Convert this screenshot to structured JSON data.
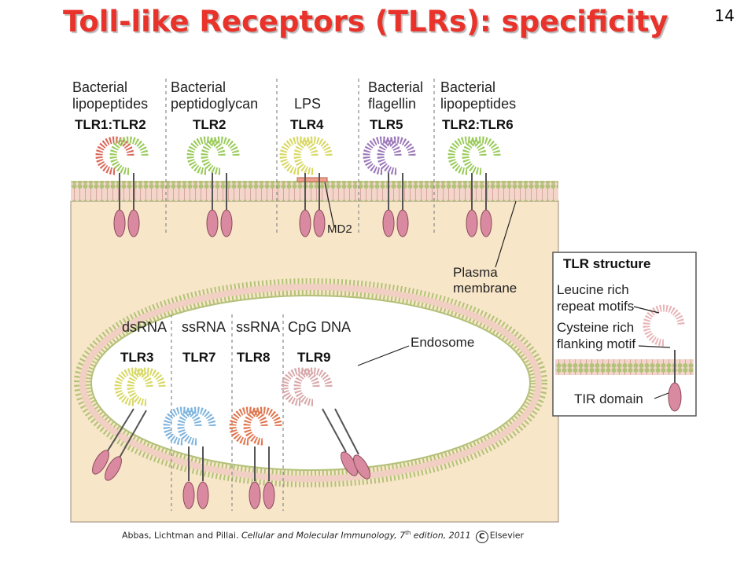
{
  "slide": {
    "title": "Toll-like Receptors (TLRs): specificity",
    "page_number": "14"
  },
  "cell_surface": [
    {
      "ligand_line1": "Bacterial",
      "ligand_line2": "lipopeptides",
      "receptor": "TLR1:TLR2",
      "colors": [
        "#d9695a",
        "#9acb5a"
      ]
    },
    {
      "ligand_line1": "Bacterial",
      "ligand_line2": "peptidoglycan",
      "receptor": "TLR2",
      "colors": [
        "#9acb5a",
        "#9acb5a"
      ]
    },
    {
      "ligand_line1": "",
      "ligand_line2": "LPS",
      "receptor": "TLR4",
      "colors": [
        "#d8d863",
        "#d8d863"
      ]
    },
    {
      "ligand_line1": "Bacterial",
      "ligand_line2": "flagellin",
      "receptor": "TLR5",
      "colors": [
        "#9b78b8",
        "#9b78b8"
      ]
    },
    {
      "ligand_line1": "Bacterial",
      "ligand_line2": "lipopeptides",
      "receptor": "TLR2:TLR6",
      "colors": [
        "#9acb5a",
        "#9acb5a"
      ]
    }
  ],
  "endosome_receptors": [
    {
      "ligand": "dsRNA",
      "receptor": "TLR3",
      "colors": [
        "#d8d863",
        "#d8d863"
      ]
    },
    {
      "ligand": "ssRNA",
      "receptor": "TLR7",
      "colors": [
        "#7fb4de",
        "#7fb4de"
      ]
    },
    {
      "ligand": "ssRNA",
      "receptor": "TLR8",
      "colors": [
        "#e0764e",
        "#e0764e"
      ]
    },
    {
      "ligand": "CpG DNA",
      "receptor": "TLR9",
      "colors": [
        "#d9a7aa",
        "#d9a7aa"
      ]
    }
  ],
  "labels": {
    "md2": "MD2",
    "plasma_membrane_line1": "Plasma",
    "plasma_membrane_line2": "membrane",
    "endosome": "Endosome"
  },
  "structure_box": {
    "title": "TLR structure",
    "lrr_line1": "Leucine rich",
    "lrr_line2": "repeat motifs",
    "cys_line1": "Cysteine rich",
    "cys_line2": "flanking motif",
    "tir": "TIR domain"
  },
  "citation": {
    "authors": "Abbas, Lichtman and Pillai. ",
    "book": "Cellular and Molecular Immunology, 7",
    "edition_sup": "th",
    "edition_rest": " edition, 2011",
    "c_symbol": "C",
    "publisher": "Elsevier"
  },
  "colors": {
    "title": "#e8322a",
    "cell_interior": "#f8e6c8",
    "membrane_head": "#b3c27a",
    "receptor_tail": "#d98aa0"
  }
}
